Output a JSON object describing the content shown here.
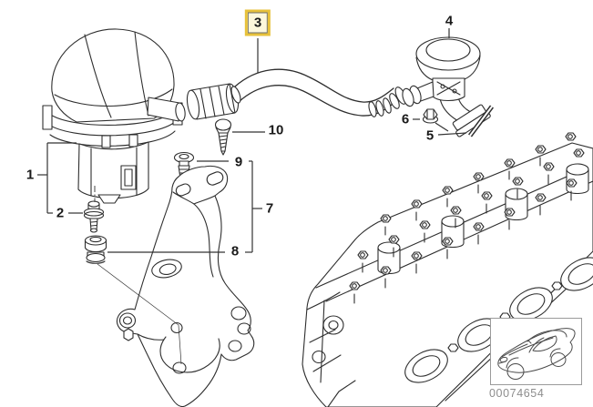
{
  "callouts": [
    {
      "label": "1",
      "highlighted": false
    },
    {
      "label": "2",
      "highlighted": false
    },
    {
      "label": "3",
      "highlighted": true
    },
    {
      "label": "4",
      "highlighted": false
    },
    {
      "label": "5",
      "highlighted": false
    },
    {
      "label": "6",
      "highlighted": false
    },
    {
      "label": "7",
      "highlighted": false
    },
    {
      "label": "8",
      "highlighted": false
    },
    {
      "label": "9",
      "highlighted": false
    },
    {
      "label": "10",
      "highlighted": false
    }
  ],
  "footer": {
    "image_number": "00074654"
  },
  "colors": {
    "line": "#2e2e2e",
    "leader": "#333333",
    "highlight-border": "#e7c13a",
    "highlight-fill": "#fdf8dc",
    "part-number-text": "#8d8d8d",
    "thumbnail-border": "#9a9a9a"
  }
}
